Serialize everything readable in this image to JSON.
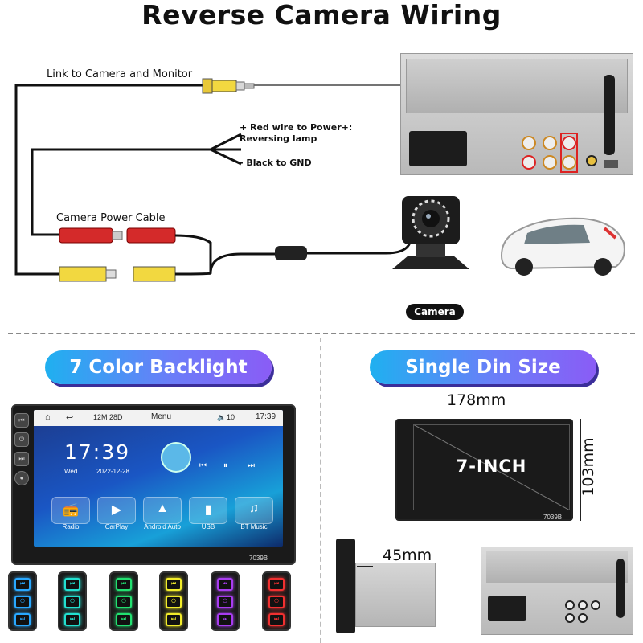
{
  "title": "Reverse Camera Wiring",
  "labels": {
    "link_camera_monitor": "Link to Camera and Monitor",
    "red_wire": "+ Red wire to Power+:",
    "reversing_lamp": "Reversing lamp",
    "black_gnd": "- Black to GND",
    "camera_power_cable": "Camera Power Cable",
    "camera": "Camera"
  },
  "backlight": {
    "heading": "7 Color Backlight",
    "panel_colors": [
      "#29a8ff",
      "#22e0d0",
      "#22e070",
      "#f2ec2a",
      "#a83cf0",
      "#f03030"
    ]
  },
  "single_din": {
    "heading": "Single Din Size",
    "width": "178mm",
    "height": "103mm",
    "depth": "45mm",
    "screen_size": "7-INCH",
    "model": "7039B"
  },
  "radio": {
    "status_menu": "Menu",
    "status_date_small": "12M 28D",
    "status_volume": "10",
    "status_time": "17:39",
    "clock": "17:39",
    "day": "Wed",
    "date": "2022-12-28",
    "model": "7039B",
    "apps": [
      "Radio",
      "CarPlay",
      "Android Auto",
      "USB",
      "BT Music"
    ]
  }
}
